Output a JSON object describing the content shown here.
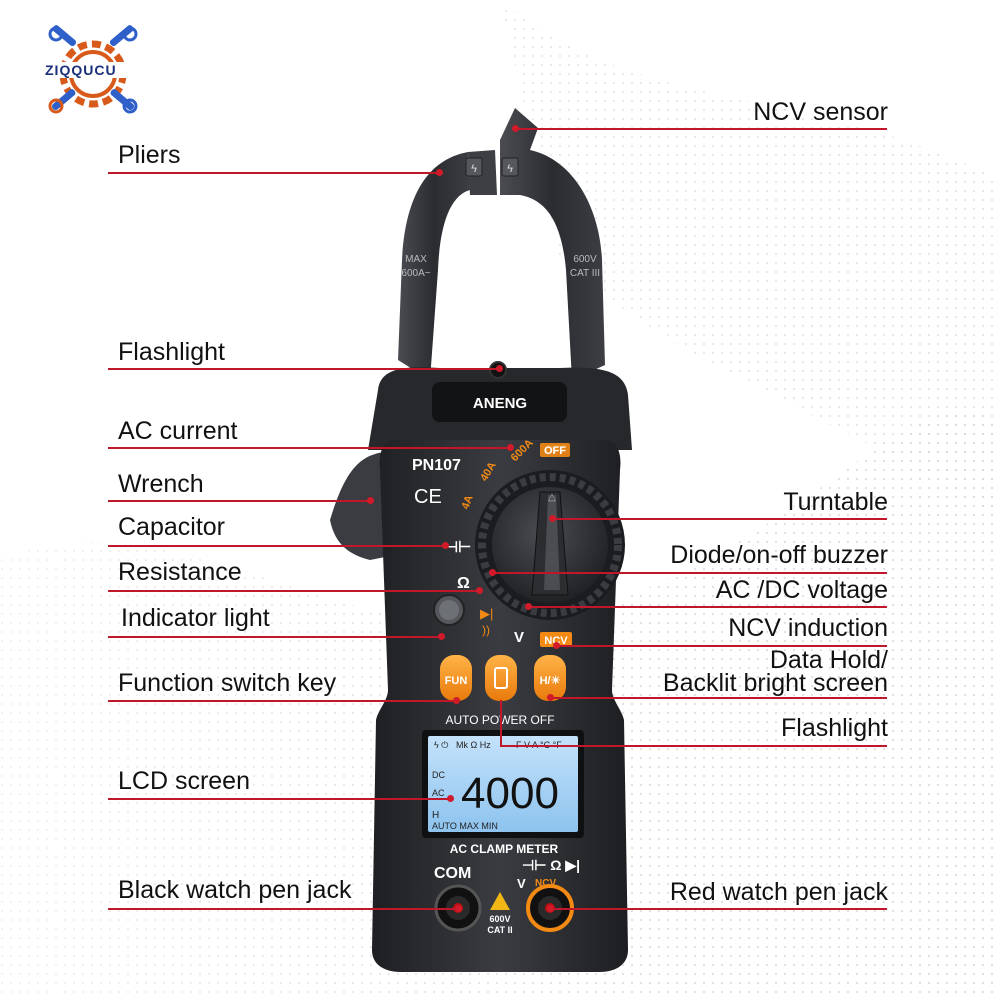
{
  "brand": {
    "logo_text": "ZIQQUCU"
  },
  "device": {
    "brand_name": "ANENG",
    "model": "PN107",
    "ce_mark": "CE",
    "clamp_left_warning": "MAX 600A~",
    "clamp_right_warning": "600V CAT III",
    "dial": {
      "off": "OFF",
      "range_4a": "4A",
      "range_40a": "40A",
      "range_600a": "600A",
      "capacitor_symbol": "⊣⊢",
      "resistance_symbol": "Ω",
      "volt_symbol": "V",
      "ncv": "NCV"
    },
    "buttons": {
      "fun": "FUN",
      "hold": "H/☀"
    },
    "auto_power_off": "AUTO POWER OFF",
    "lcd": {
      "reading": "4000",
      "top_row": "Mk Ω Hz",
      "top_right": "F V A °C °F",
      "dc": "DC",
      "ac": "AC",
      "h": "H",
      "bottom_row": "AUTO  MAX  MIN"
    },
    "clamp_meter_label": "AC CLAMP METER",
    "com_label": "COM",
    "jack_right_symbols": "⊣⊢ Ω ▶|",
    "jack_right_v": "V",
    "jack_right_ncv": "NCV",
    "cat_rating_1": "600V",
    "cat_rating_2": "CAT II"
  },
  "labels": {
    "ncv_sensor": "NCV sensor",
    "pliers": "Pliers",
    "flashlight_top": "Flashlight",
    "ac_current": "AC current",
    "wrench": "Wrench",
    "capacitor": "Capacitor",
    "resistance": "Resistance",
    "indicator_light": "Indicator light",
    "turntable": "Turntable",
    "diode": "Diode/on-off buzzer",
    "acdc_voltage": "AC /DC voltage",
    "ncv_induction": "NCV induction",
    "data_hold_1": "Data Hold/",
    "data_hold_2": "Backlit bright screen",
    "function_switch": "Function switch key",
    "flashlight_bottom": "Flashlight",
    "lcd_screen": "LCD screen",
    "black_jack": "Black watch pen jack",
    "red_jack": "Red watch pen jack"
  },
  "colors": {
    "accent_orange": "#f28a14",
    "line_red": "#c0182a",
    "lcd_blue": "#a9d4f5",
    "body_dark": "#2b2d31"
  }
}
